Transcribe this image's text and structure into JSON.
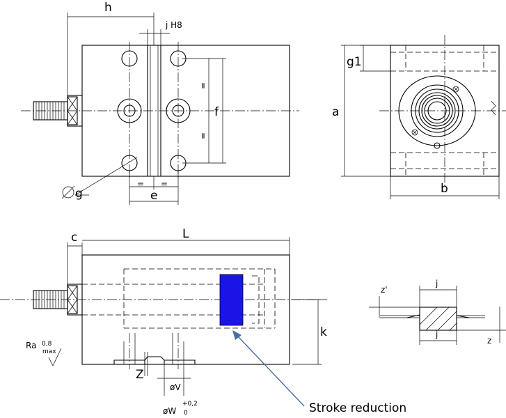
{
  "labels": {
    "h": "h",
    "j_h8": "j H8",
    "g1": "g1",
    "a": "a",
    "b": "b",
    "f": "f",
    "eq_top": "=",
    "eq_bottom": "=",
    "eq_left": "=",
    "eq_right": "=",
    "g": "g",
    "e": "e",
    "c": "c",
    "L": "L",
    "k": "k",
    "z_prime": "z'",
    "j_top": "j",
    "j_bottom": "j",
    "z": "z",
    "Z": "Z",
    "ra": "Ra",
    "ra_value": "0,8",
    "ra_max": "max",
    "v": "øV",
    "w": "øW",
    "w_tol_upper": "+0,2",
    "w_tol_lower": "0",
    "stroke_reduction": "Stroke reduction"
  },
  "colors": {
    "line": "#000000",
    "highlight_fill": "#1a14e6",
    "arrow": "#4a6aa8"
  }
}
